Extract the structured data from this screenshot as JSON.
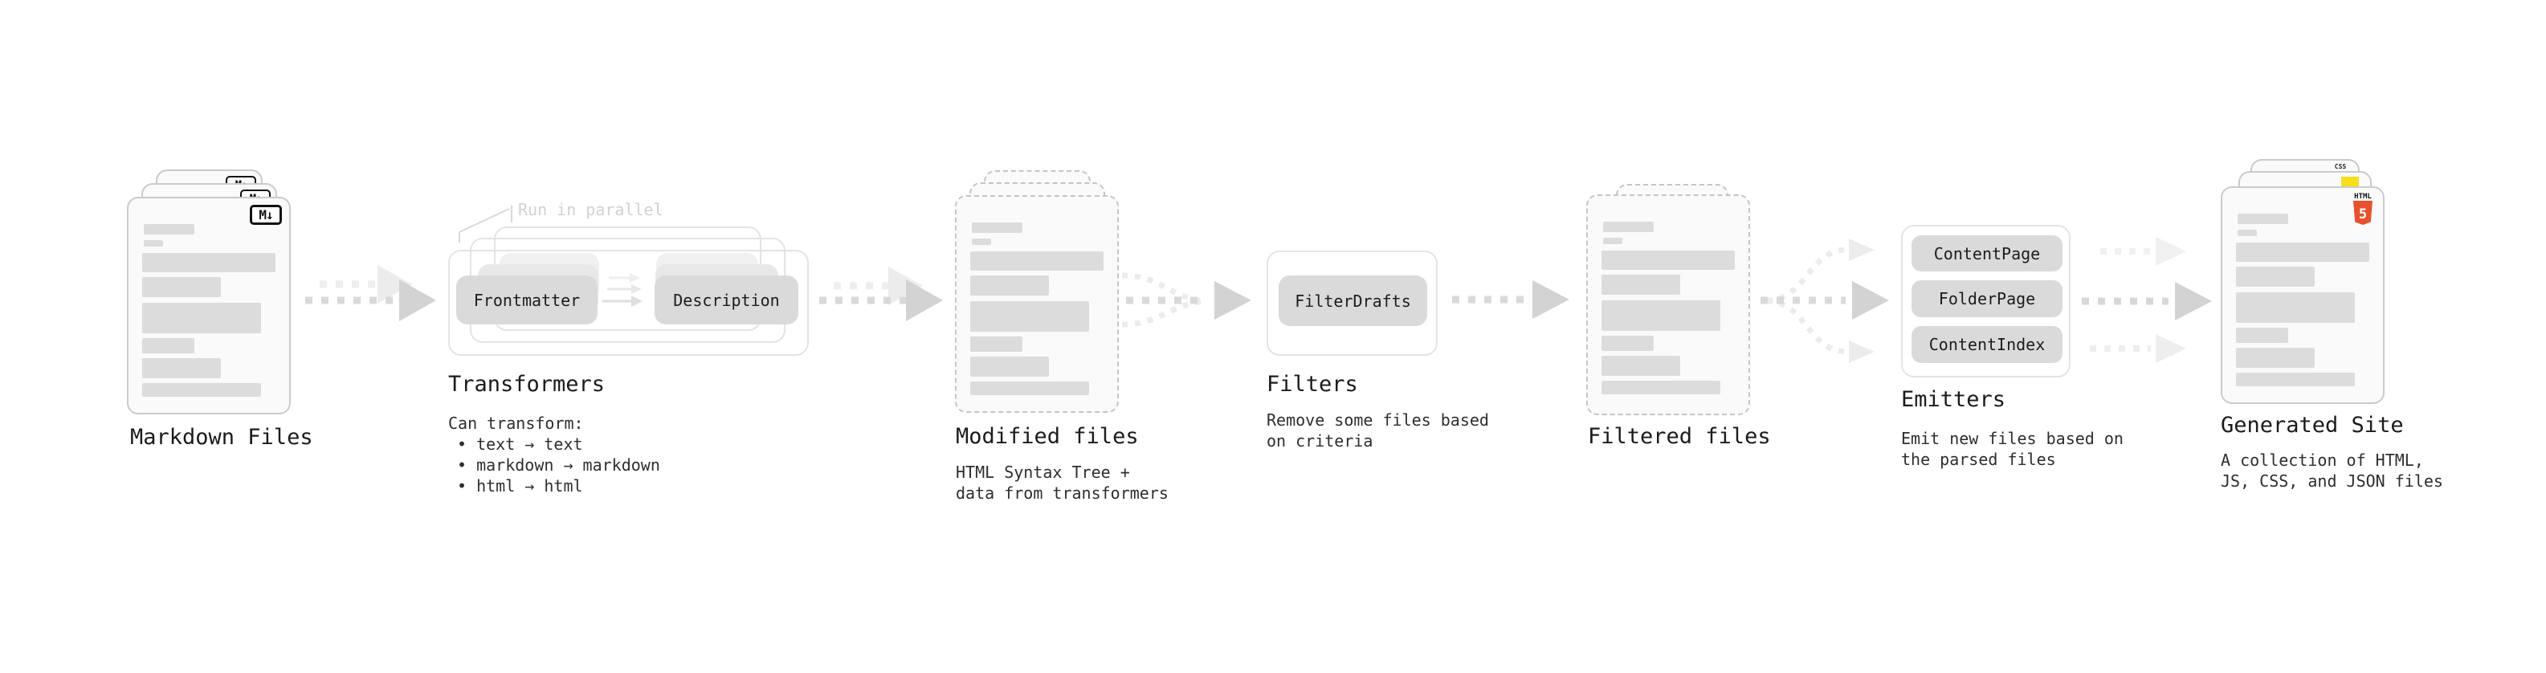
{
  "diagram": {
    "nodes": {
      "markdown_files": {
        "title": "Markdown Files",
        "badge": "M↓"
      },
      "transformers": {
        "title": "Transformers",
        "parallel_label": "Run in parallel",
        "boxes": [
          "Frontmatter",
          "Description"
        ],
        "note_heading": "Can transform:",
        "bullets": [
          "• text → text",
          "• markdown → markdown",
          "• html → html"
        ]
      },
      "modified_files": {
        "title": "Modified files",
        "subtitle": "HTML Syntax Tree +\ndata from transformers"
      },
      "filters": {
        "title": "Filters",
        "boxes": [
          "FilterDrafts"
        ],
        "subtitle": "Remove some files based\non criteria"
      },
      "filtered_files": {
        "title": "Filtered files"
      },
      "emitters": {
        "title": "Emitters",
        "boxes": [
          "ContentPage",
          "FolderPage",
          "ContentIndex"
        ],
        "subtitle": "Emit new files based on\nthe parsed files"
      },
      "generated_site": {
        "title": "Generated Site",
        "subtitle": "A collection of HTML,\nJS, CSS, and JSON files",
        "badges": {
          "html5_label": "HTML",
          "html5_number": "5",
          "css_label": "CSS"
        }
      }
    },
    "colors": {
      "background": "#ffffff",
      "doc_fill": "#fafafa",
      "doc_border": "#cbcbcb",
      "skeleton_line": "#dcdcdc",
      "box_fill": "#dadada",
      "container_border": "#e4e4e4",
      "arrow_main": "#d4d4d4",
      "arrow_ghost": "#ececec",
      "title_text": "#1b1b1b",
      "body_text": "#2e2e2e",
      "muted_label": "#d2d2d2",
      "md_badge_border": "#111111",
      "html5_orange": "#e8512d",
      "js_yellow": "#f7df1e",
      "css_blue": "#2f6fec"
    }
  }
}
